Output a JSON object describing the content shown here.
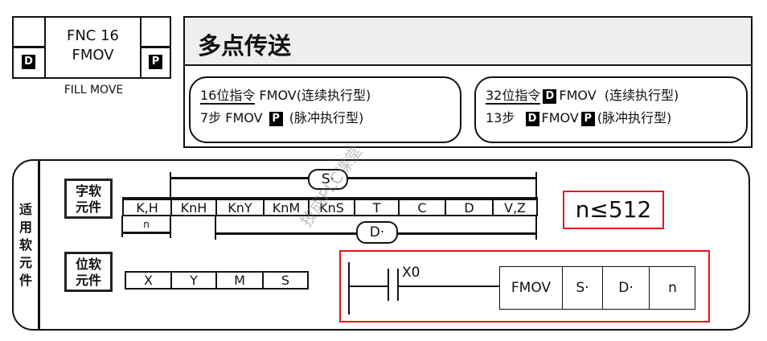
{
  "header": {
    "fnc": "FNC 16",
    "mnemonic": "FMOV",
    "d_badge": "D",
    "p_badge": "P",
    "english_name": "FILL MOVE",
    "title": "多点传送"
  },
  "bit16": {
    "label": "16位指令",
    "mnemonic": "FMOV",
    "continuous": "(连续执行型)",
    "steps": "7步",
    "mnemonic2": "FMOV",
    "p_badge": "P",
    "pulse": "(脉冲执行型)"
  },
  "bit32": {
    "label": "32位指令",
    "d_badge": "D",
    "mnemonic": "FMOV",
    "continuous": "(连续执行型)",
    "steps": "13步",
    "d_badge2": "D",
    "mnemonic2": "FMOV",
    "p_badge": "P",
    "pulse": "(脉冲执行型)"
  },
  "operands": {
    "side_label": "适用软元件",
    "word_label": "字软元件",
    "word_devices": [
      "K,H",
      "KnH",
      "KnY",
      "KnM",
      "KnS",
      "T",
      "C",
      "D",
      "V,Z"
    ],
    "s_label": "S·",
    "d_label": "D·",
    "n_label": "n",
    "bit_label": "位软元件",
    "bit_devices": [
      "X",
      "Y",
      "M",
      "S"
    ],
    "n_limit": "n≤512"
  },
  "ladder": {
    "contact": "X0",
    "instruction": [
      "FMOV",
      "S·",
      "D·",
      "n"
    ]
  },
  "watermark": "技成PLC课堂",
  "colors": {
    "highlight": "#e8141b",
    "title_bg": "#eeeeee"
  }
}
